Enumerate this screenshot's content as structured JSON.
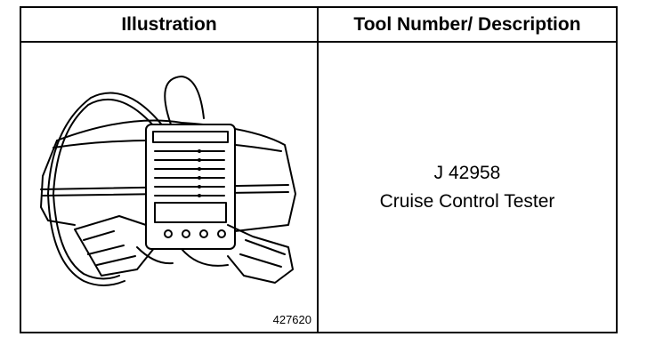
{
  "table": {
    "header_left": "Illustration",
    "header_right": "Tool Number/ Description",
    "figure_number": "427620",
    "tool_number": "J 42958",
    "tool_description": "Cruise Control Tester"
  }
}
